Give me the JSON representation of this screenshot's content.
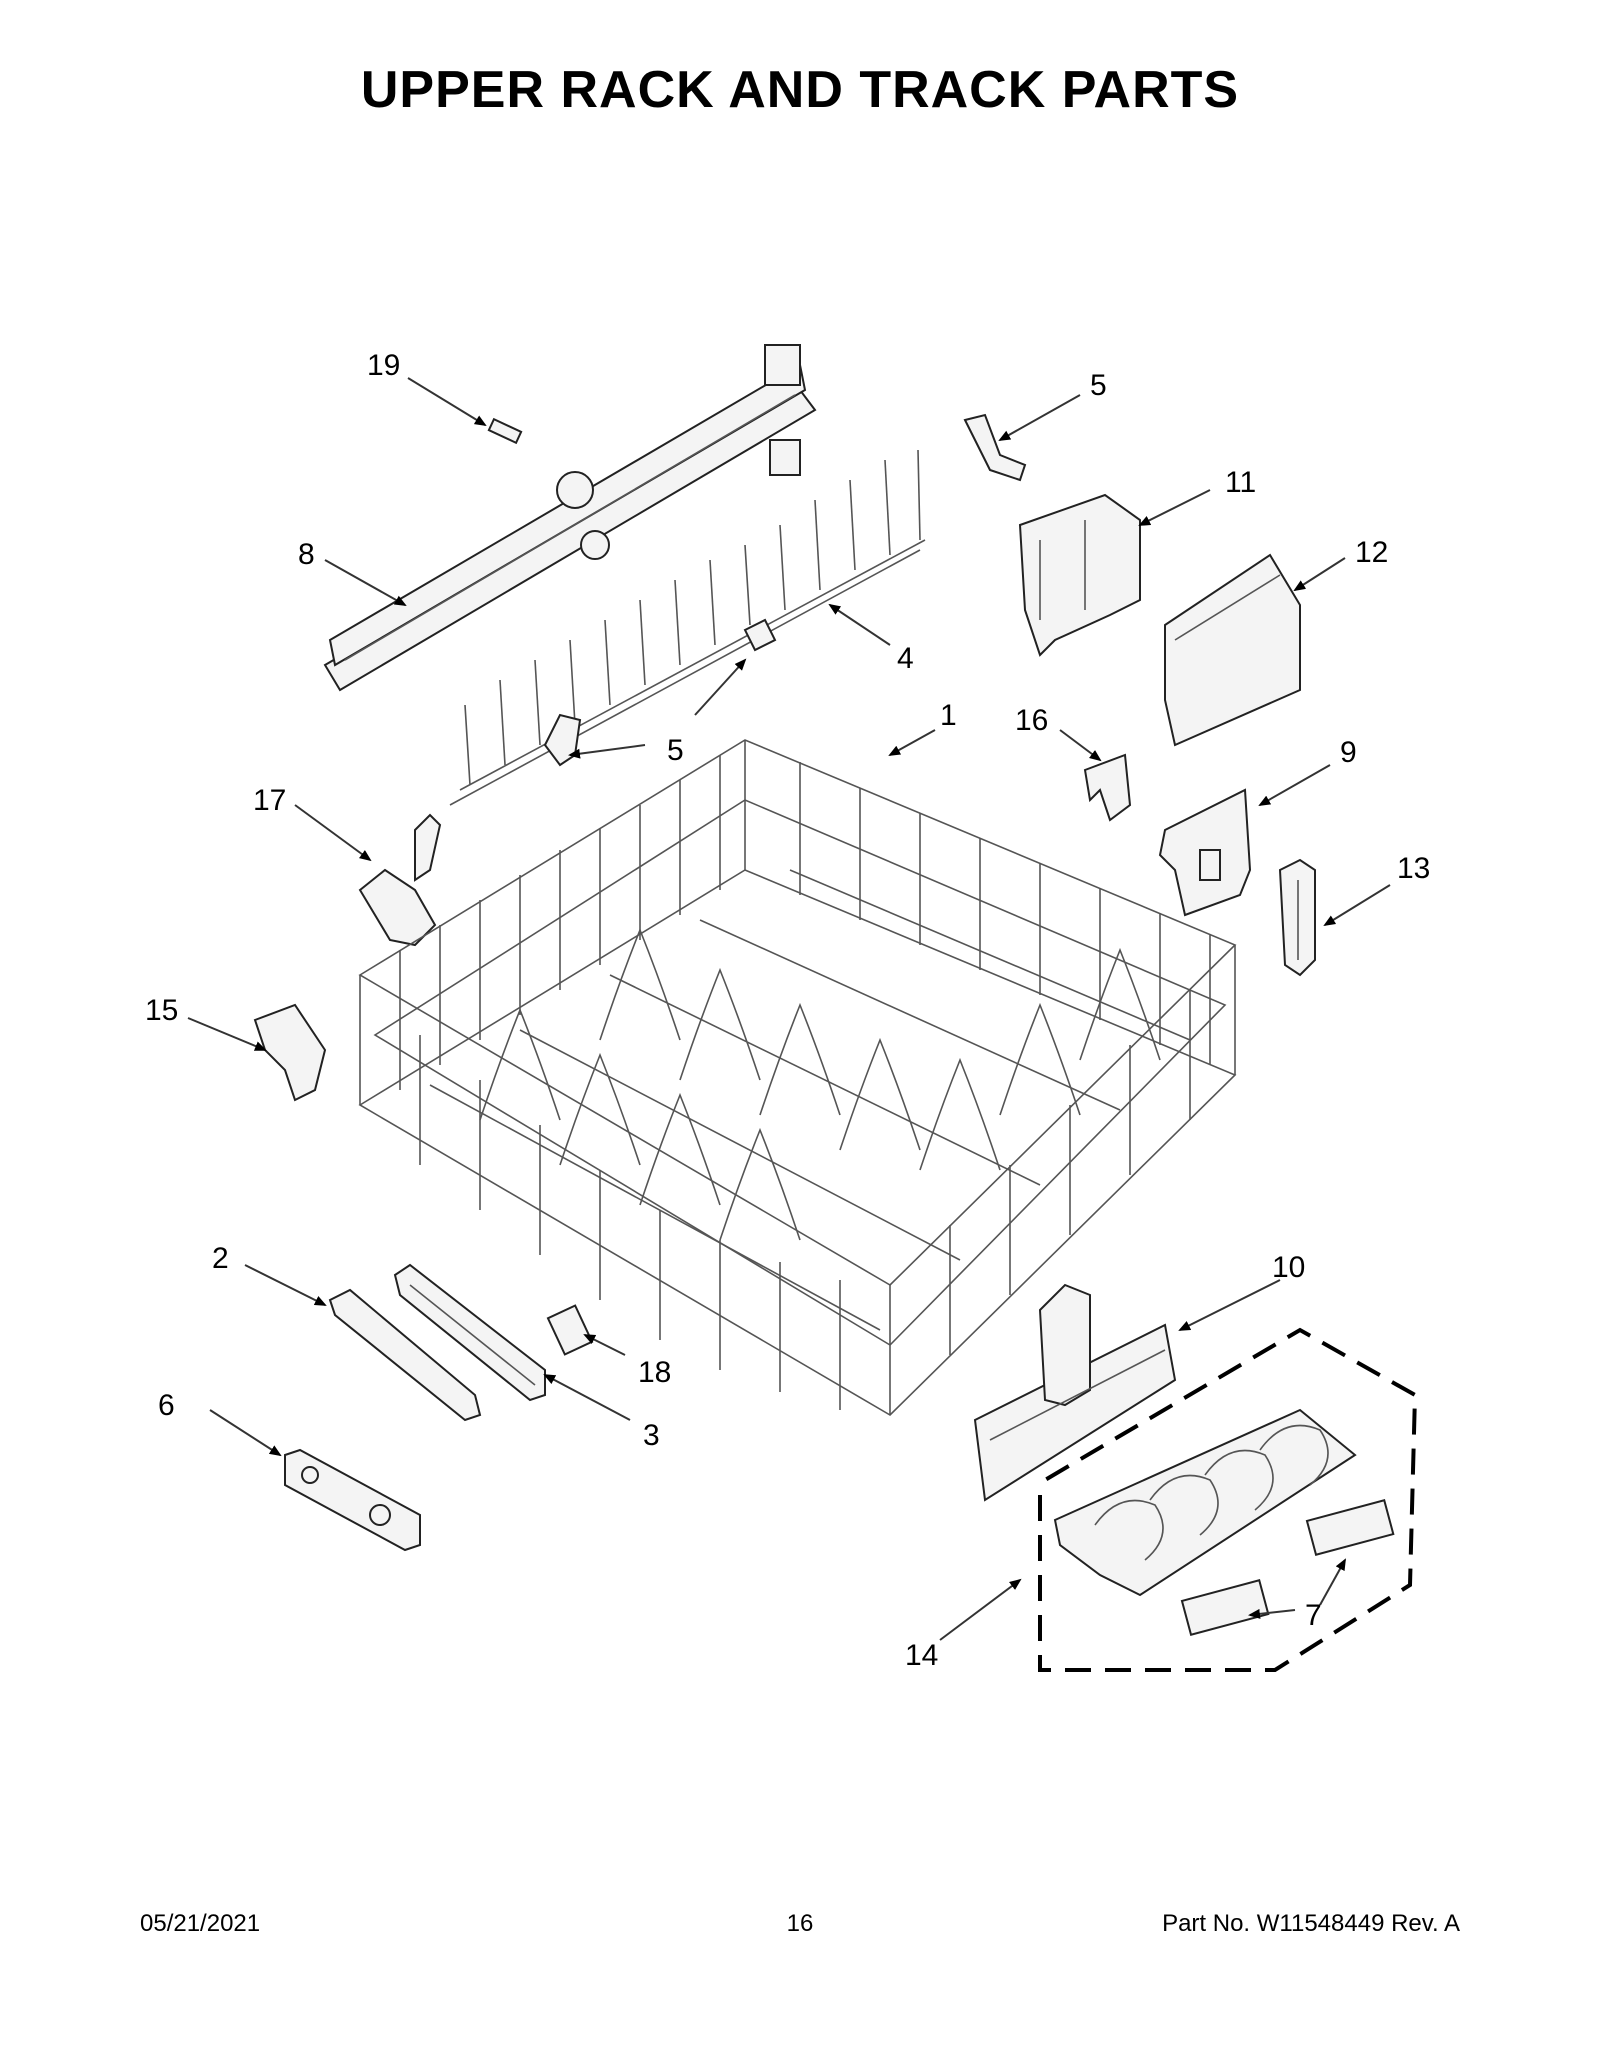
{
  "title": "UPPER RACK AND TRACK PARTS",
  "callouts": [
    "19",
    "5",
    "11",
    "8",
    "12",
    "4",
    "5",
    "1",
    "16",
    "9",
    "17",
    "13",
    "15",
    "2",
    "10",
    "18",
    "6",
    "3",
    "7",
    "14"
  ],
  "footer": {
    "date": "05/21/2021",
    "page": "16",
    "part_no": "Part No.  W11548449  Rev.  A"
  }
}
